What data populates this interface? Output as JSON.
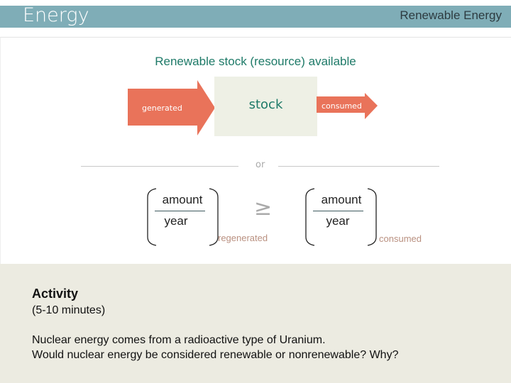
{
  "header": {
    "title": "Energy",
    "subtitle": "Renewable Energy",
    "bg_color": "#7fadb7"
  },
  "diagram": {
    "title": "Renewable stock (resource) available",
    "generated_label": "generated",
    "stock_label": "stock",
    "consumed_label": "consumed",
    "arrow_color": "#e9735a",
    "separator": "or",
    "left_fraction": {
      "numerator": "amount",
      "denominator": "year",
      "subscript": "regenerated"
    },
    "relation": "≥",
    "right_fraction": {
      "numerator": "amount",
      "denominator": "year",
      "subscript": "consumed"
    }
  },
  "activity": {
    "title": "Activity",
    "duration": "(5-10 minutes)",
    "lines": [
      "Nuclear energy comes from a radioactive type of Uranium.",
      "Would nuclear energy be considered renewable or nonrenewable? Why?"
    ]
  }
}
